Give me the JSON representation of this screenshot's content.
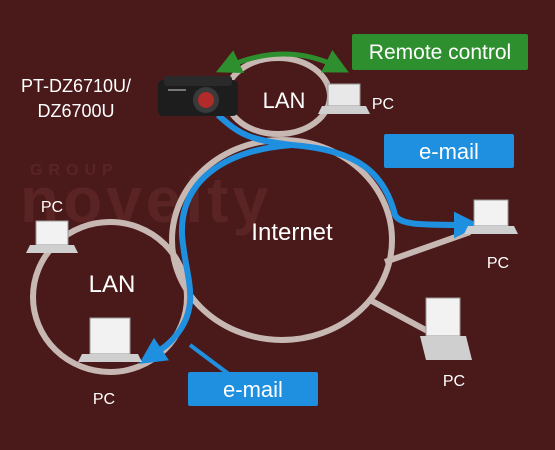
{
  "colors": {
    "background": "#4a1a1a",
    "ring": "#c8b8b4",
    "email_blue": "#1f8fe0",
    "remote_green": "#2e8f2e",
    "watermark": "#5a2424"
  },
  "watermark": {
    "line1": "GROUP",
    "line2": "novelty"
  },
  "projector": {
    "model_line1": "PT-DZ6710U/",
    "model_line2": "DZ6700U",
    "icon": "projector-icon"
  },
  "networks": {
    "lan_top": "LAN",
    "internet": "Internet",
    "lan_bottom": "LAN"
  },
  "pcs": {
    "top_right": "PC",
    "left_upper": "PC",
    "left_lower": "PC",
    "right_middle": "PC",
    "right_lower": "PC",
    "icon": "laptop-icon"
  },
  "badges": {
    "remote_control": "Remote control",
    "email_top": "e-mail",
    "email_bottom": "e-mail"
  }
}
